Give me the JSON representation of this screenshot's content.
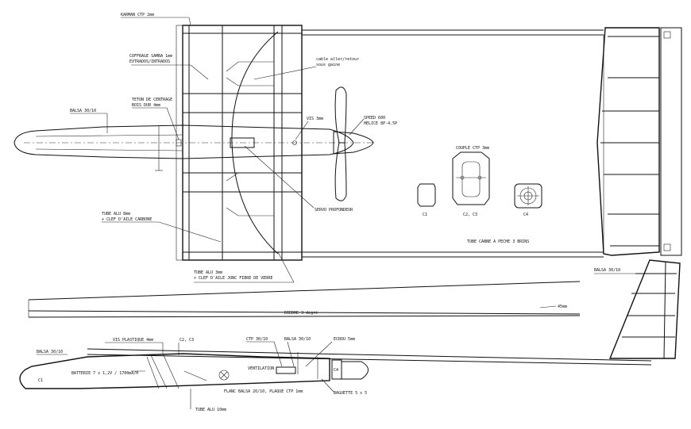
{
  "labels": {
    "karman": "KARMAN CTP 2mm",
    "coffrage_1": "COFFRAGE SAMBA 1mm",
    "coffrage_2": "EXTRADOS/INTRADOS",
    "cable": "cable aller/retour",
    "cable_2": "sous gaine",
    "teton_1": "TETON DE CENTRAGE",
    "teton_2": "BOIS DUR 4mm",
    "balsa_fuselage": "BALSA 30/10",
    "vis": "VIS 3mm",
    "speed_1": "SPEED 600",
    "speed_2": "HELICE 8P-4.5P",
    "couple": "COUPLE CTP 3mm",
    "c1": "C1",
    "c23": "C2, C3",
    "c4": "C4",
    "servo": "SERVO PROFONDEUR",
    "tube_8_1": "TUBE ALU 8mm",
    "tube_8_2": "+ CLEF D'AILE CARBONE",
    "tube_canne": "TUBE CANNE A PECHE 3 BRINS",
    "tube_3_1": "TUBE ALU 3mm",
    "tube_3_2": "+ CLEF D'AILE JONC FIBRE DE VERRE",
    "balsa_tail": "BALSA 30/10",
    "diedre": "DIEDRE 3 degré",
    "dim_45": "45mm",
    "vis_plastique": "VIS PLASTIQUE 4mm",
    "c2_c3_side": "C2, C3",
    "ctp_30": "CTP 30/10",
    "balsa_side": "BALSA 30/10",
    "ecrou": "ECROU 5mm",
    "balsa_nose": "BALSA 30/10",
    "c1_side": "C1",
    "batterie": "BATTERIE 7 x 1,2V / 1700mA/H",
    "ventilation": "VENTILATION",
    "c4_side": "C4",
    "flanc": "FLANC BALSA 20/10, PLAQUE CTP 1mm",
    "baguette": "BAGUETTE 5 x 5",
    "tube_10": "TUBE ALU 10mm"
  }
}
